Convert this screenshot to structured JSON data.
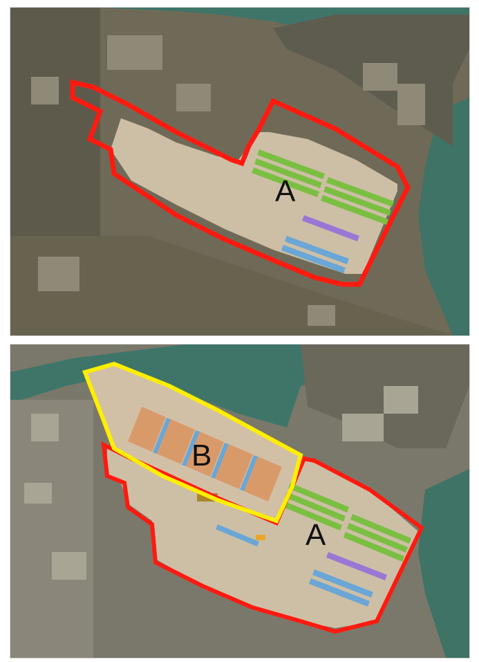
{
  "panels": [
    {
      "id": "before",
      "zones": [
        {
          "label": "A",
          "outline_color": "#ff1a10"
        }
      ]
    },
    {
      "id": "after",
      "zones": [
        {
          "label": "A",
          "outline_color": "#ff1a10"
        },
        {
          "label": "B",
          "outline_color": "#ffee00"
        }
      ]
    }
  ],
  "colors": {
    "water": "#3f7569",
    "land": "#77705c",
    "site_fill": "#cdbfa6",
    "site_fill_b": "#c9b9ad",
    "green_stalls": "#7bbf42",
    "blue_stalls": "#6aa6d6",
    "orange_stalls": "#d99a6a",
    "purple_stalls": "#9a77d4"
  }
}
